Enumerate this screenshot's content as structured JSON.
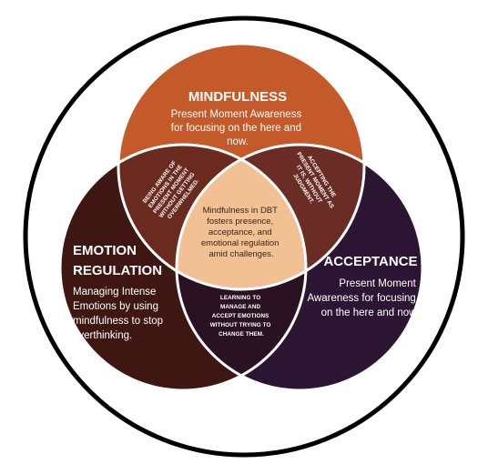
{
  "circles": {
    "mindfulness": {
      "title": "MINDFULNESS",
      "desc_lines": [
        "Present Moment Awareness",
        "for focusing on the here and",
        "now."
      ],
      "color": "#C4592A"
    },
    "emotion_regulation": {
      "title_lines": [
        "EMOTION",
        "REGULATION"
      ],
      "desc_lines": [
        "Managing Intense",
        "Emotions by using",
        "mindfulness to stop",
        "overthinking."
      ],
      "color": "#3E1712"
    },
    "acceptance": {
      "title": "ACCEPTANCE",
      "desc_lines": [
        "Present Moment",
        "Awareness for focusing",
        "on the here and now."
      ],
      "color": "#2C1433"
    }
  },
  "overlaps": {
    "mindfulness_emotion": {
      "lines": [
        "BEING AWARE OF",
        "EMOTIONS IN THE",
        "PRESENT MOMENT",
        "WITHOUT GETTING",
        "OVERWHELMED."
      ],
      "color": "#6A2A1E"
    },
    "mindfulness_acceptance": {
      "lines": [
        "ACCEPTING THE",
        "PRESENT MOMENT AS",
        "IT IS, WITHOUT",
        "JUDGMENT."
      ],
      "color": "#6B2C26"
    },
    "emotion_acceptance": {
      "lines": [
        "LEARNING TO",
        "MANAGE AND",
        "ACCEPT EMOTIONS",
        "WITHOUT TRYING TO",
        "CHANGE THEM."
      ],
      "color": "#2A1222"
    }
  },
  "center": {
    "lines": [
      "Mindfulness in DBT",
      "fosters presence,",
      "acceptance, and",
      "emotional regulation",
      "amid challenges."
    ],
    "color": "#F1C193"
  }
}
